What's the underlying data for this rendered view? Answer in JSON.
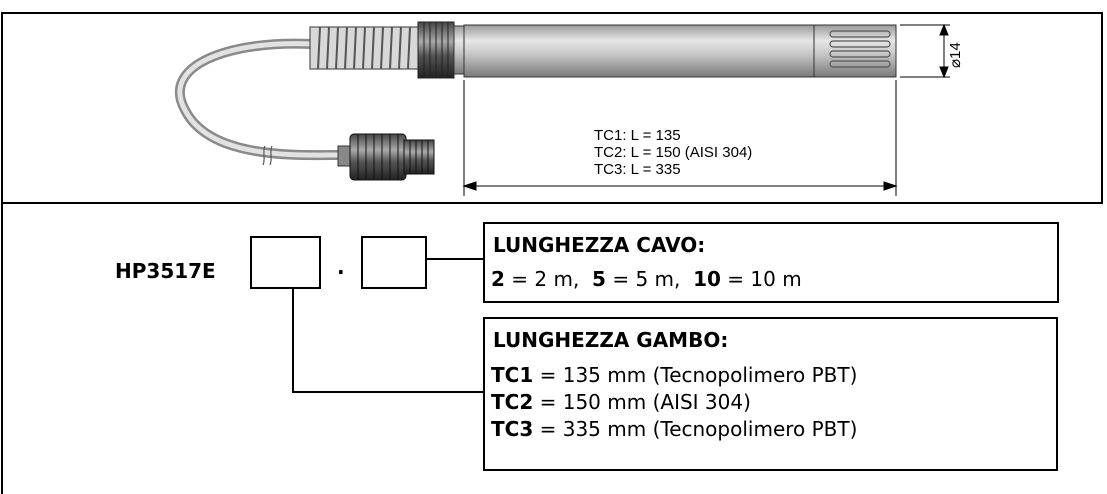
{
  "drawing": {
    "dimension_lines": [
      "TC1: L = 135",
      "TC2: L = 150 (AISI 304)",
      "TC3: L = 335"
    ],
    "diameter_label": "⌀14"
  },
  "code": {
    "model": "HP3517E",
    "separator": "."
  },
  "cable_length": {
    "title": "LUNGHEZZA CAVO:",
    "options": [
      {
        "code": "2",
        "desc": "= 2 m,"
      },
      {
        "code": "5",
        "desc": "= 5 m,"
      },
      {
        "code": "10",
        "desc": "= 10 m"
      }
    ]
  },
  "stem_length": {
    "title": "LUNGHEZZA GAMBO:",
    "options": [
      {
        "code": "TC1",
        "desc": "= 135 mm (Tecnopolimero PBT)"
      },
      {
        "code": "TC2",
        "desc": "= 150 mm (AISI 304)"
      },
      {
        "code": "TC3",
        "desc": "= 335 mm (Tecnopolimero PBT)"
      }
    ]
  }
}
